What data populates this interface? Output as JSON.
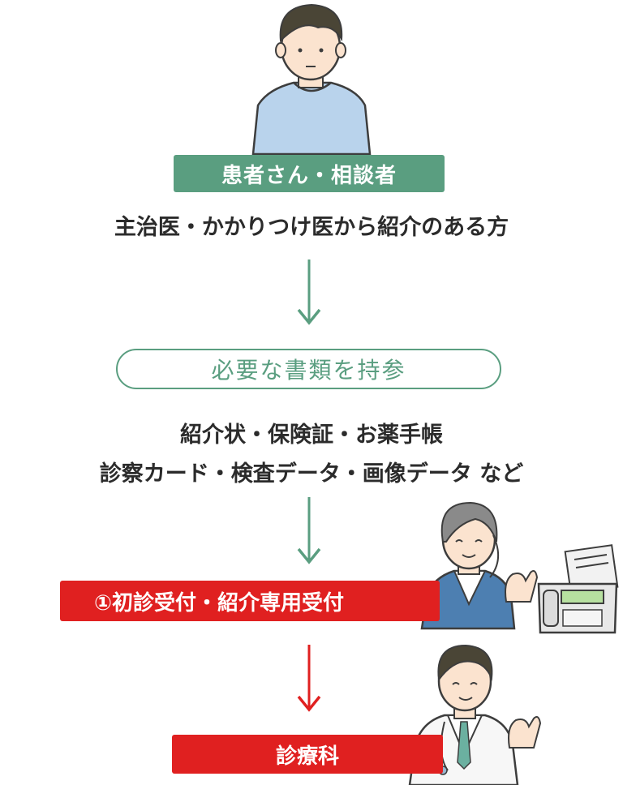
{
  "patient_label": "患者さん・相談者",
  "referral_text": "主治医・かかりつけ医から紹介のある方",
  "documents_heading": "必要な書類を持参",
  "documents_line1": "紹介状・保険証・お薬手帳",
  "documents_line2": "診察カード・検査データ・画像データ など",
  "reception_label": "①初診受付・紹介専用受付",
  "department_label": "診療科",
  "colors": {
    "green": "#5a9e80",
    "red": "#e02020",
    "shirt_blue": "#b9d3ec",
    "hair": "#4a4536",
    "skin": "#fbe3cf"
  }
}
